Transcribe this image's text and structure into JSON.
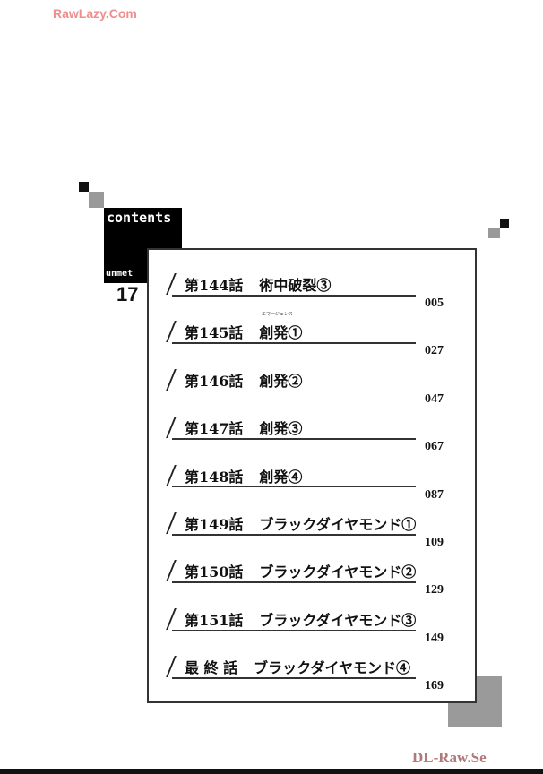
{
  "watermarks": {
    "top": "RawLazy.Com",
    "bottom": "DL-Raw.Se"
  },
  "header": {
    "title": "contents",
    "series": "unmet",
    "volume": "17"
  },
  "ruby": "エマージェンス",
  "entries": [
    {
      "chapter": "第144話",
      "title": "術中破裂③",
      "page": "005"
    },
    {
      "chapter": "第145話",
      "title": "創発①",
      "page": "027"
    },
    {
      "chapter": "第146話",
      "title": "創発②",
      "page": "047"
    },
    {
      "chapter": "第147話",
      "title": "創発③",
      "page": "067"
    },
    {
      "chapter": "第148話",
      "title": "創発④",
      "page": "087"
    },
    {
      "chapter": "第149話",
      "title": "ブラックダイヤモンド①",
      "page": "109"
    },
    {
      "chapter": "第150話",
      "title": "ブラックダイヤモンド②",
      "page": "129"
    },
    {
      "chapter": "第151話",
      "title": "ブラックダイヤモンド③",
      "page": "149"
    },
    {
      "chapter": "最 終 話",
      "title": "ブラックダイヤモンド④",
      "page": "169"
    }
  ]
}
